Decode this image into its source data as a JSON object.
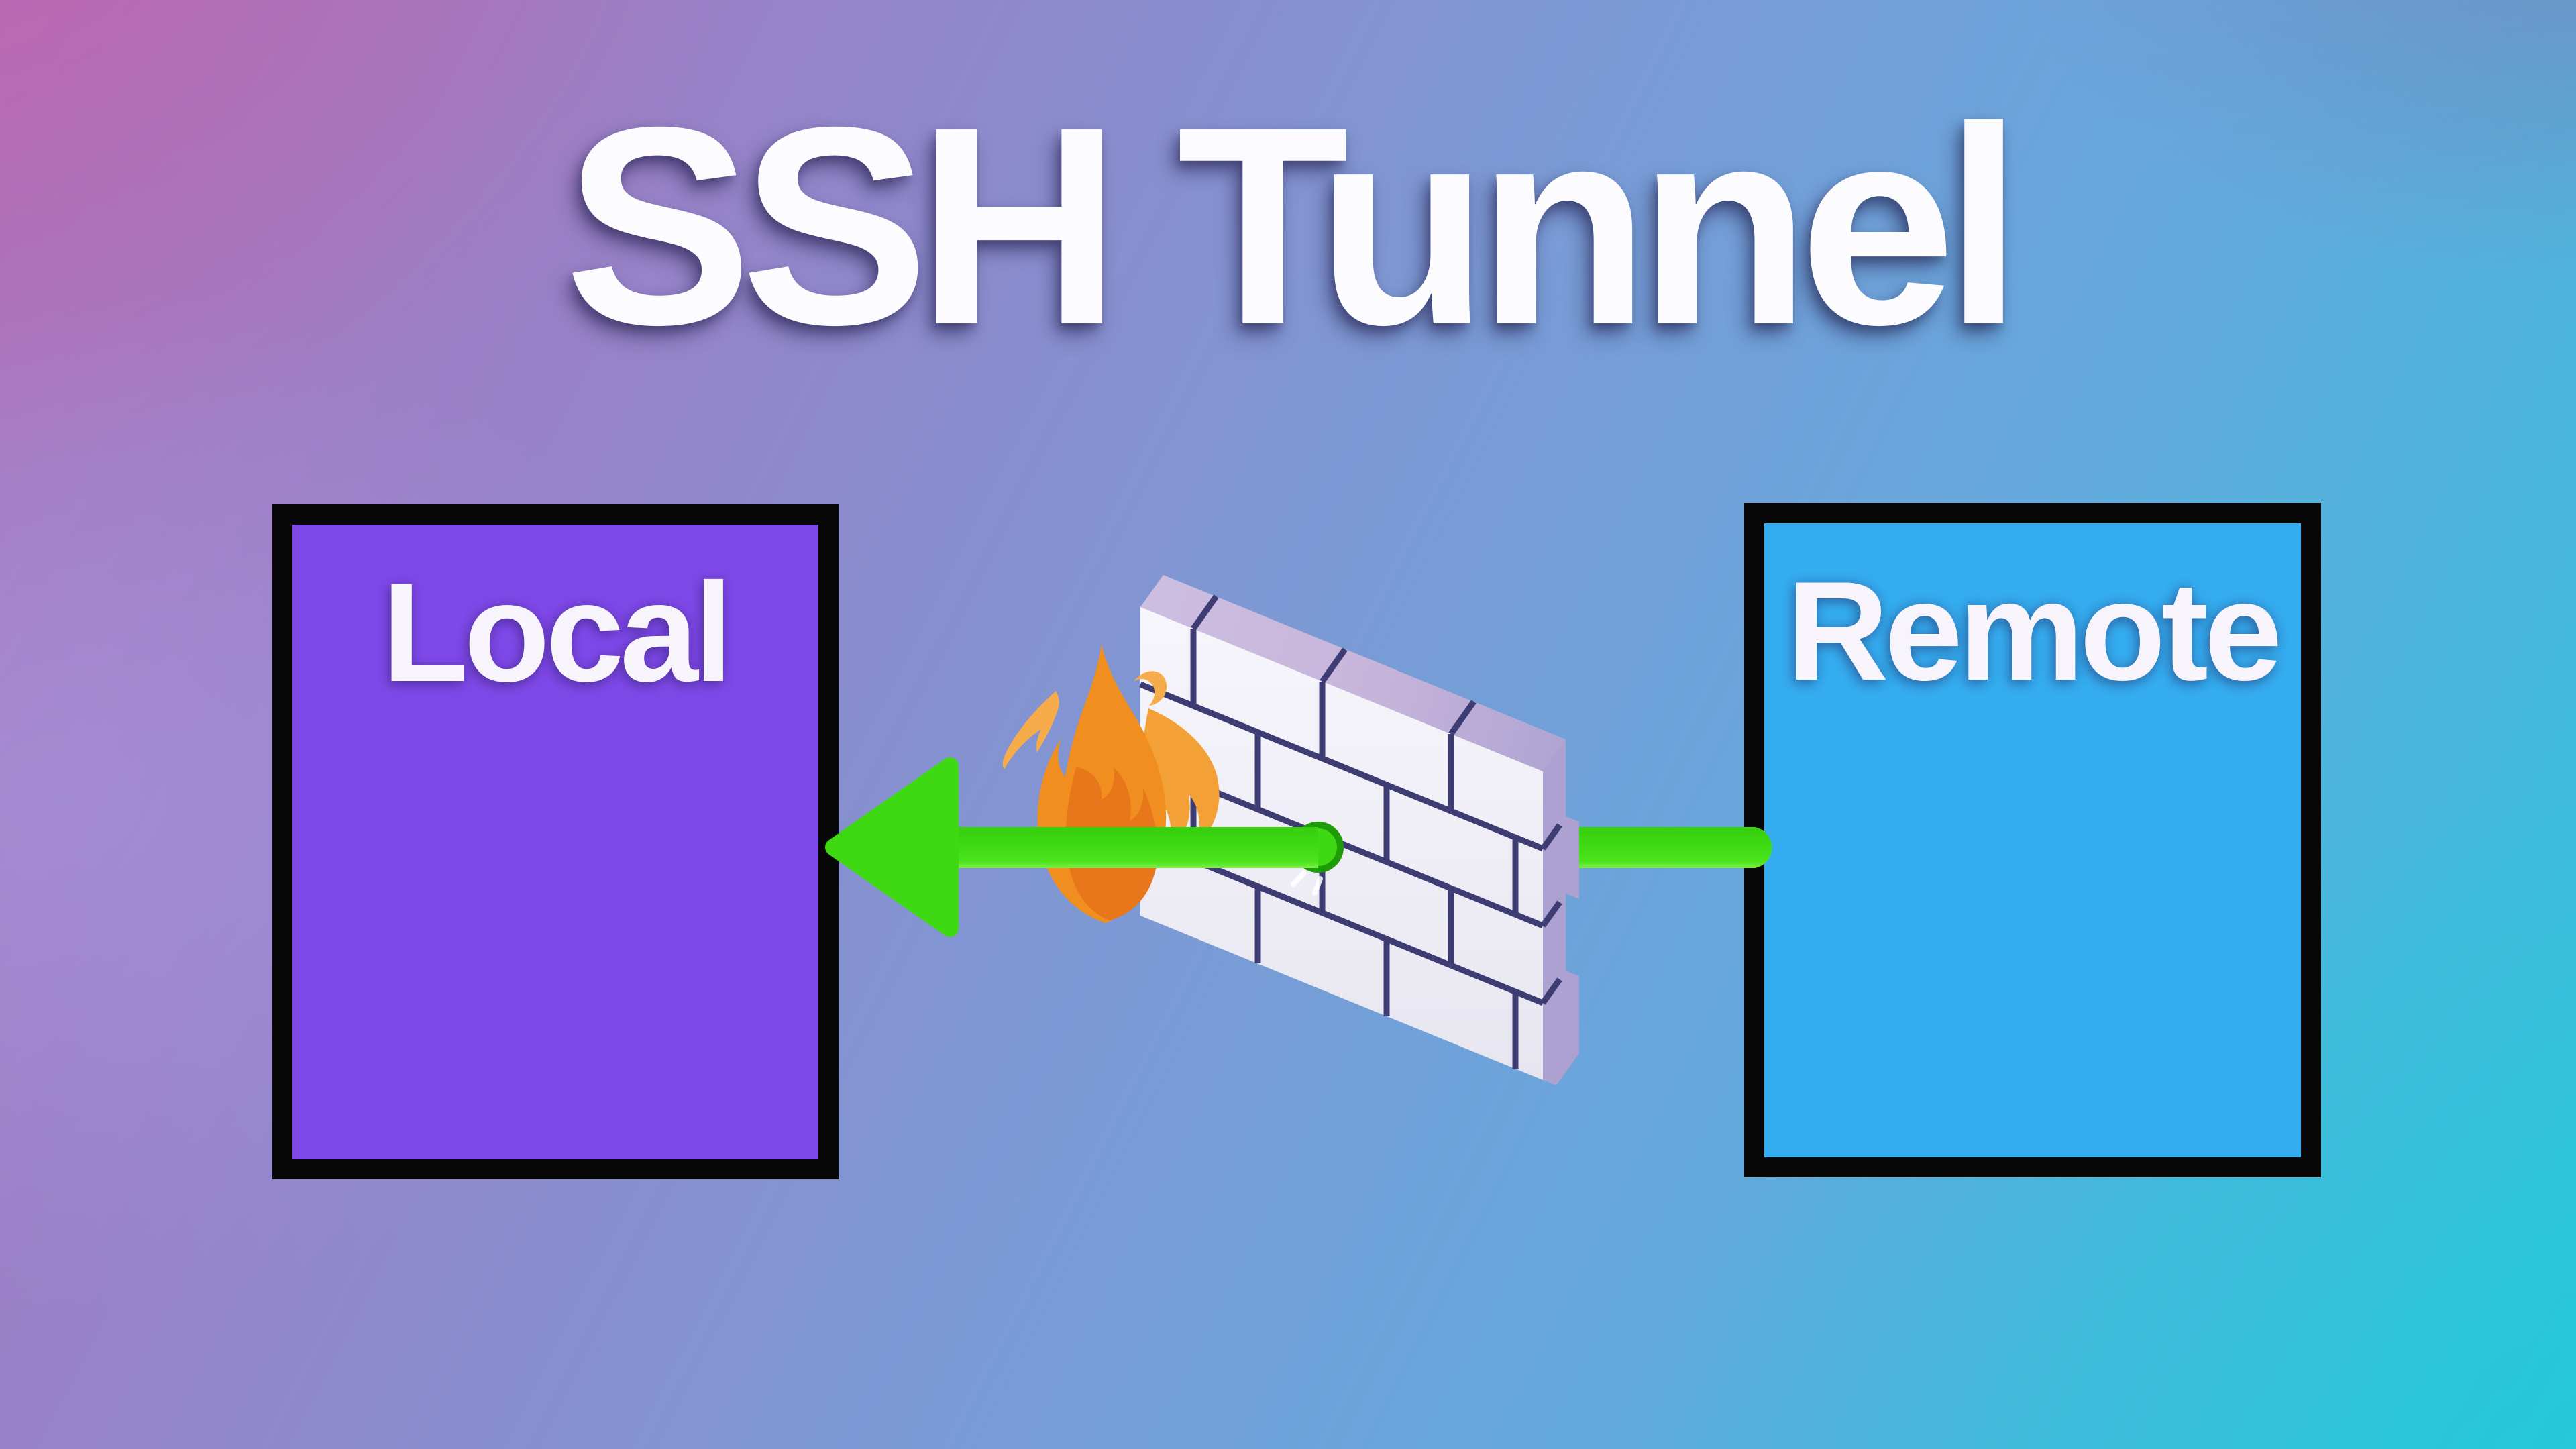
{
  "title": {
    "text": "SSH Tunnel"
  },
  "nodes": {
    "local": {
      "label": "Local",
      "fill": "#7F49E9",
      "border": "#070708"
    },
    "remote": {
      "label": "Remote",
      "fill": "#35ACEF",
      "border": "#070708"
    }
  },
  "connection": {
    "description": "green tunnel arrow from Remote through firewall to Local",
    "direction": "remote-to-local",
    "arrow_color": "#3FD914",
    "arrow_edge_color": "#7FEE49",
    "endpoint_ring_color": "#1E9C08",
    "sparkle_color": "#FFFFFF"
  },
  "firewall": {
    "icon": "brick-wall",
    "brick_color": "#F2F1F8",
    "brick_shade_color": "#E7E6F0",
    "mortar_color": "#3D3D74",
    "top_color": "#C3B5DC",
    "side_color": "#ACA1D0",
    "flame": {
      "icon": "flame",
      "body_color": "#F08F1F",
      "core_color": "#E8761B",
      "wisp_color": "#F7AC4B",
      "lobe_color": "#F3A037"
    }
  },
  "background": {
    "top_left": "#B166AE",
    "top_right": "#8481B5",
    "mid_left": "#A49FD9",
    "center": "#7C9AD8",
    "bottom_left": "#5E86B5",
    "bottom_right": "#2DC3D8"
  }
}
